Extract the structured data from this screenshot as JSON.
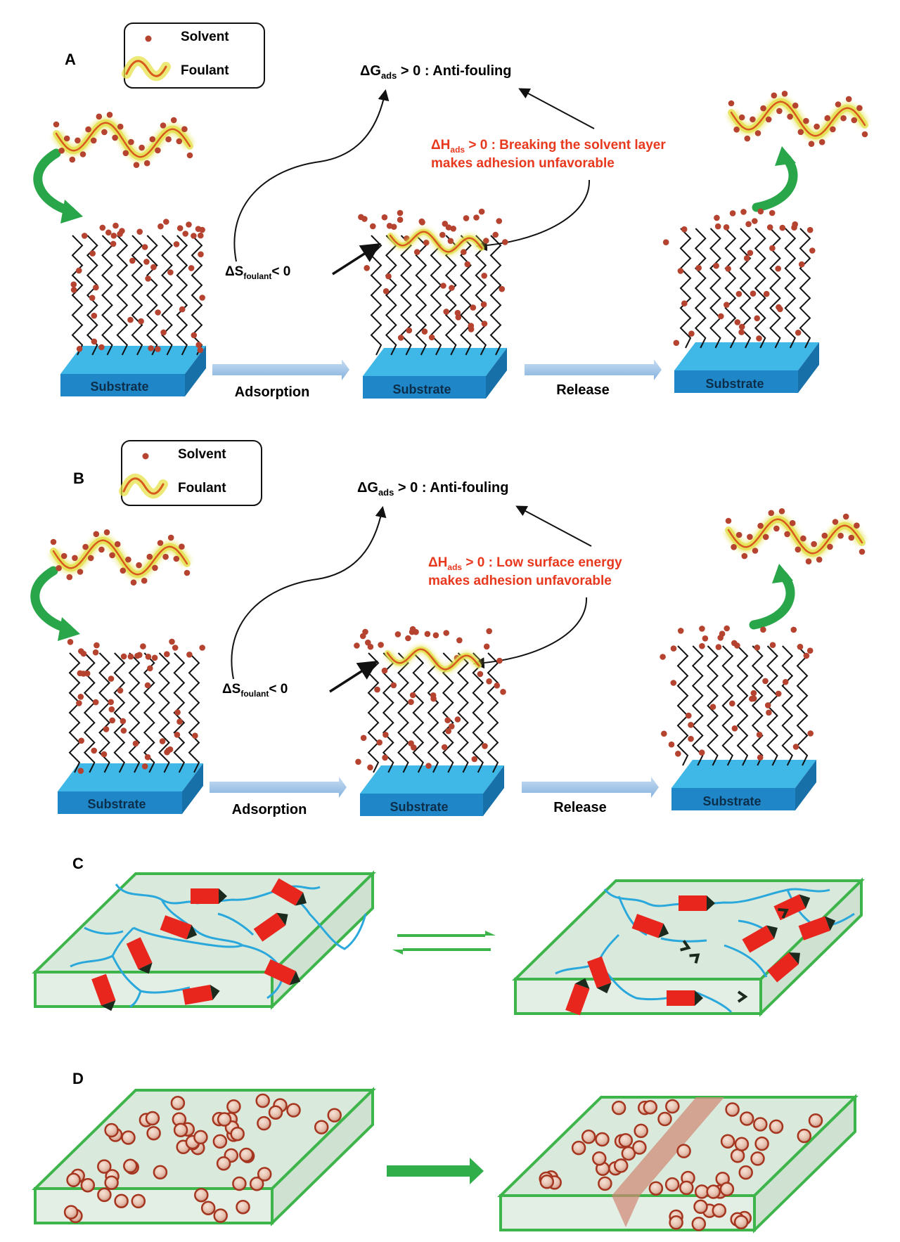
{
  "panel_a": {
    "letter": "A",
    "legend": {
      "solvent": "Solvent",
      "foulant": "Foulant"
    },
    "gibbs": {
      "prefix": "ΔG",
      "sub": "ads",
      "suffix": " > 0 : Anti-fouling"
    },
    "enthalpy": {
      "prefix": "ΔH",
      "sub": "ads",
      "line1_suffix": " > 0 : Breaking the solvent layer",
      "line2": "makes adhesion unfavorable"
    },
    "entropy": {
      "prefix": "ΔS",
      "sub": "foulant",
      "suffix": "< 0"
    },
    "substrate": "Substrate",
    "step1": "Adsorption",
    "step2": "Release"
  },
  "panel_b": {
    "letter": "B",
    "legend": {
      "solvent": "Solvent",
      "foulant": "Foulant"
    },
    "gibbs": {
      "prefix": "ΔG",
      "sub": "ads",
      "suffix": " > 0 : Anti-fouling"
    },
    "enthalpy": {
      "prefix": "ΔH",
      "sub": "ads",
      "line1_suffix": " > 0 : Low surface energy",
      "line2": "makes adhesion unfavorable"
    },
    "entropy": {
      "prefix": "ΔS",
      "sub": "foulant",
      "suffix": "< 0"
    },
    "substrate": "Substrate",
    "step1": "Adsorption",
    "step2": "Release"
  },
  "panel_c": {
    "letter": "C"
  },
  "panel_d": {
    "letter": "D"
  },
  "colors": {
    "solvent": "#b5432f",
    "substrate_top": "#3fb8e8",
    "substrate_front": "#1f87c8",
    "process_arrow": "#9ec6ea",
    "curved_arrow": "#29a64a",
    "red_text": "#e8381e",
    "slab_edge": "#3db54a",
    "slab_fill": "#d9eadc",
    "network": "#2aa8dc",
    "block": "#e8261d"
  }
}
